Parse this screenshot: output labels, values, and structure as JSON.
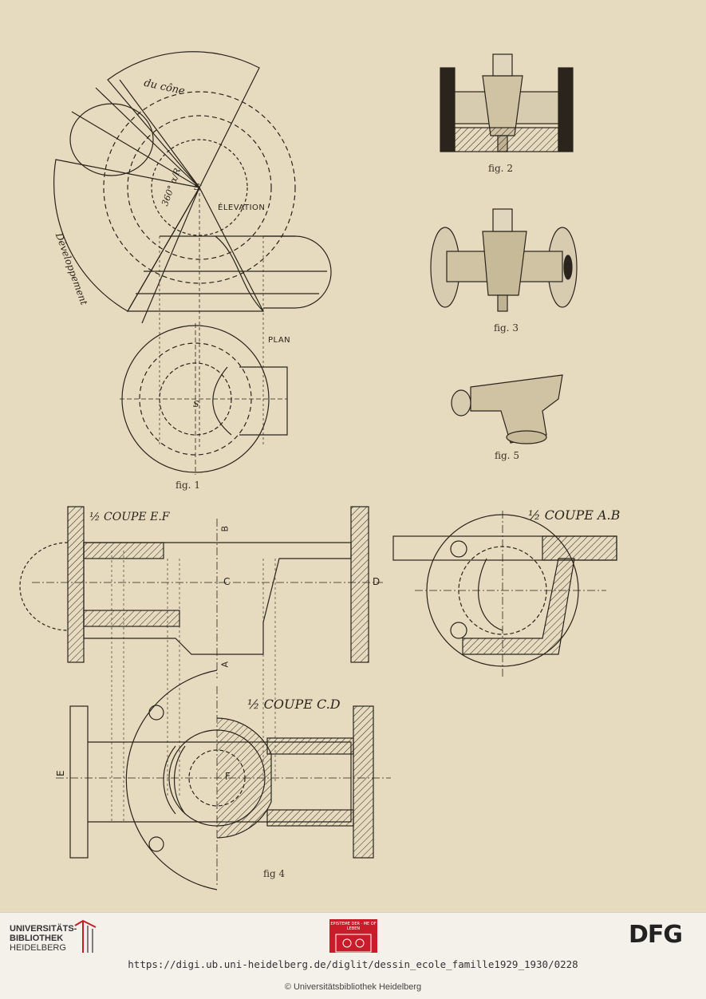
{
  "plate": {
    "fig1": {
      "caption": "fig. 1",
      "label_elevation": "ÉLEVATION",
      "label_plan": "PLAN",
      "label_cone": "du cône",
      "label_development": "Développement",
      "label_angle": "360° α/R",
      "label_apex": "S'",
      "label_apex_plan": "S"
    },
    "fig2": {
      "caption": "fig. 2"
    },
    "fig3": {
      "caption": "fig. 3"
    },
    "fig4": {
      "caption": "fig   4",
      "label_coupe_ef": "½ COUPE E.F",
      "label_coupe_ab": "½ COUPE A.B",
      "label_coupe_cd": "½ COUPE C.D",
      "label_c": "C",
      "label_d": "D",
      "label_e": "E",
      "label_f": "F",
      "label_a": "A",
      "label_b": "B"
    },
    "fig5": {
      "caption": "fig. 5"
    }
  },
  "footer": {
    "library_line1": "UNIVERSITÄTS-",
    "library_line2": "BIBLIOTHEK",
    "library_line3": "HEIDELBERG",
    "center_logo_text": "EPISTEME DER · ME OF LEBEN",
    "dfg": "DFG",
    "url": "https://digi.ub.uni-heidelberg.de/diglit/dessin_ecole_famille1929_1930/0228",
    "copyright": "© Universitätsbibliothek Heidelberg"
  },
  "colors": {
    "paper": "#e6dbbf",
    "ink": "#2a241c",
    "footer_bg": "#f4f1ea",
    "center_logo_red": "#c81c2a"
  }
}
